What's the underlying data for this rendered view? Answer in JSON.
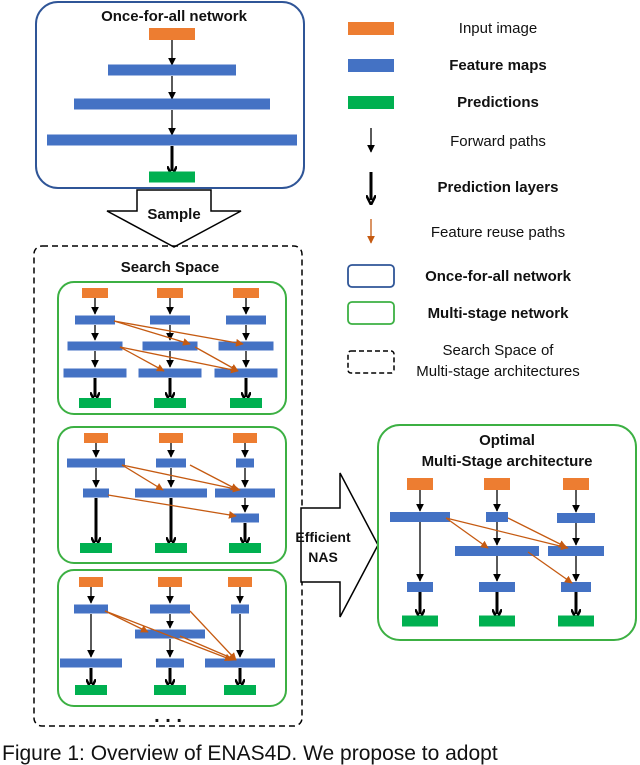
{
  "colors": {
    "input": "#ED7D31",
    "feature": "#4472C4",
    "prediction": "#00B050",
    "ofa_border": "#2F5597",
    "multistage_border": "#3CB043",
    "reuse_arrow": "#C55A11",
    "black": "#000000"
  },
  "ofa": {
    "title": "Once-for-all network"
  },
  "sample_label": "Sample",
  "search_space": {
    "title": "Search Space",
    "ellipsis": ". . ."
  },
  "nas_label": {
    "line1": "Efficient",
    "line2": "NAS"
  },
  "optimal": {
    "line1": "Optimal",
    "line2": "Multi-Stage architecture"
  },
  "legend": [
    {
      "kind": "input",
      "label": "Input image"
    },
    {
      "kind": "feature",
      "label": "Feature maps"
    },
    {
      "kind": "prediction",
      "label": "Predictions"
    },
    {
      "kind": "forward",
      "label": "Forward paths"
    },
    {
      "kind": "predlayer",
      "label": "Prediction layers"
    },
    {
      "kind": "reuse",
      "label": "Feature reuse paths"
    },
    {
      "kind": "ofa_box",
      "label": "Once-for-all network"
    },
    {
      "kind": "ms_box",
      "label": "Multi-stage network"
    },
    {
      "kind": "ss_box",
      "label": "Search Space of",
      "label2": "Multi-stage architectures"
    }
  ],
  "caption": "Figure 1: Overview of ENAS4D. We propose to adopt"
}
